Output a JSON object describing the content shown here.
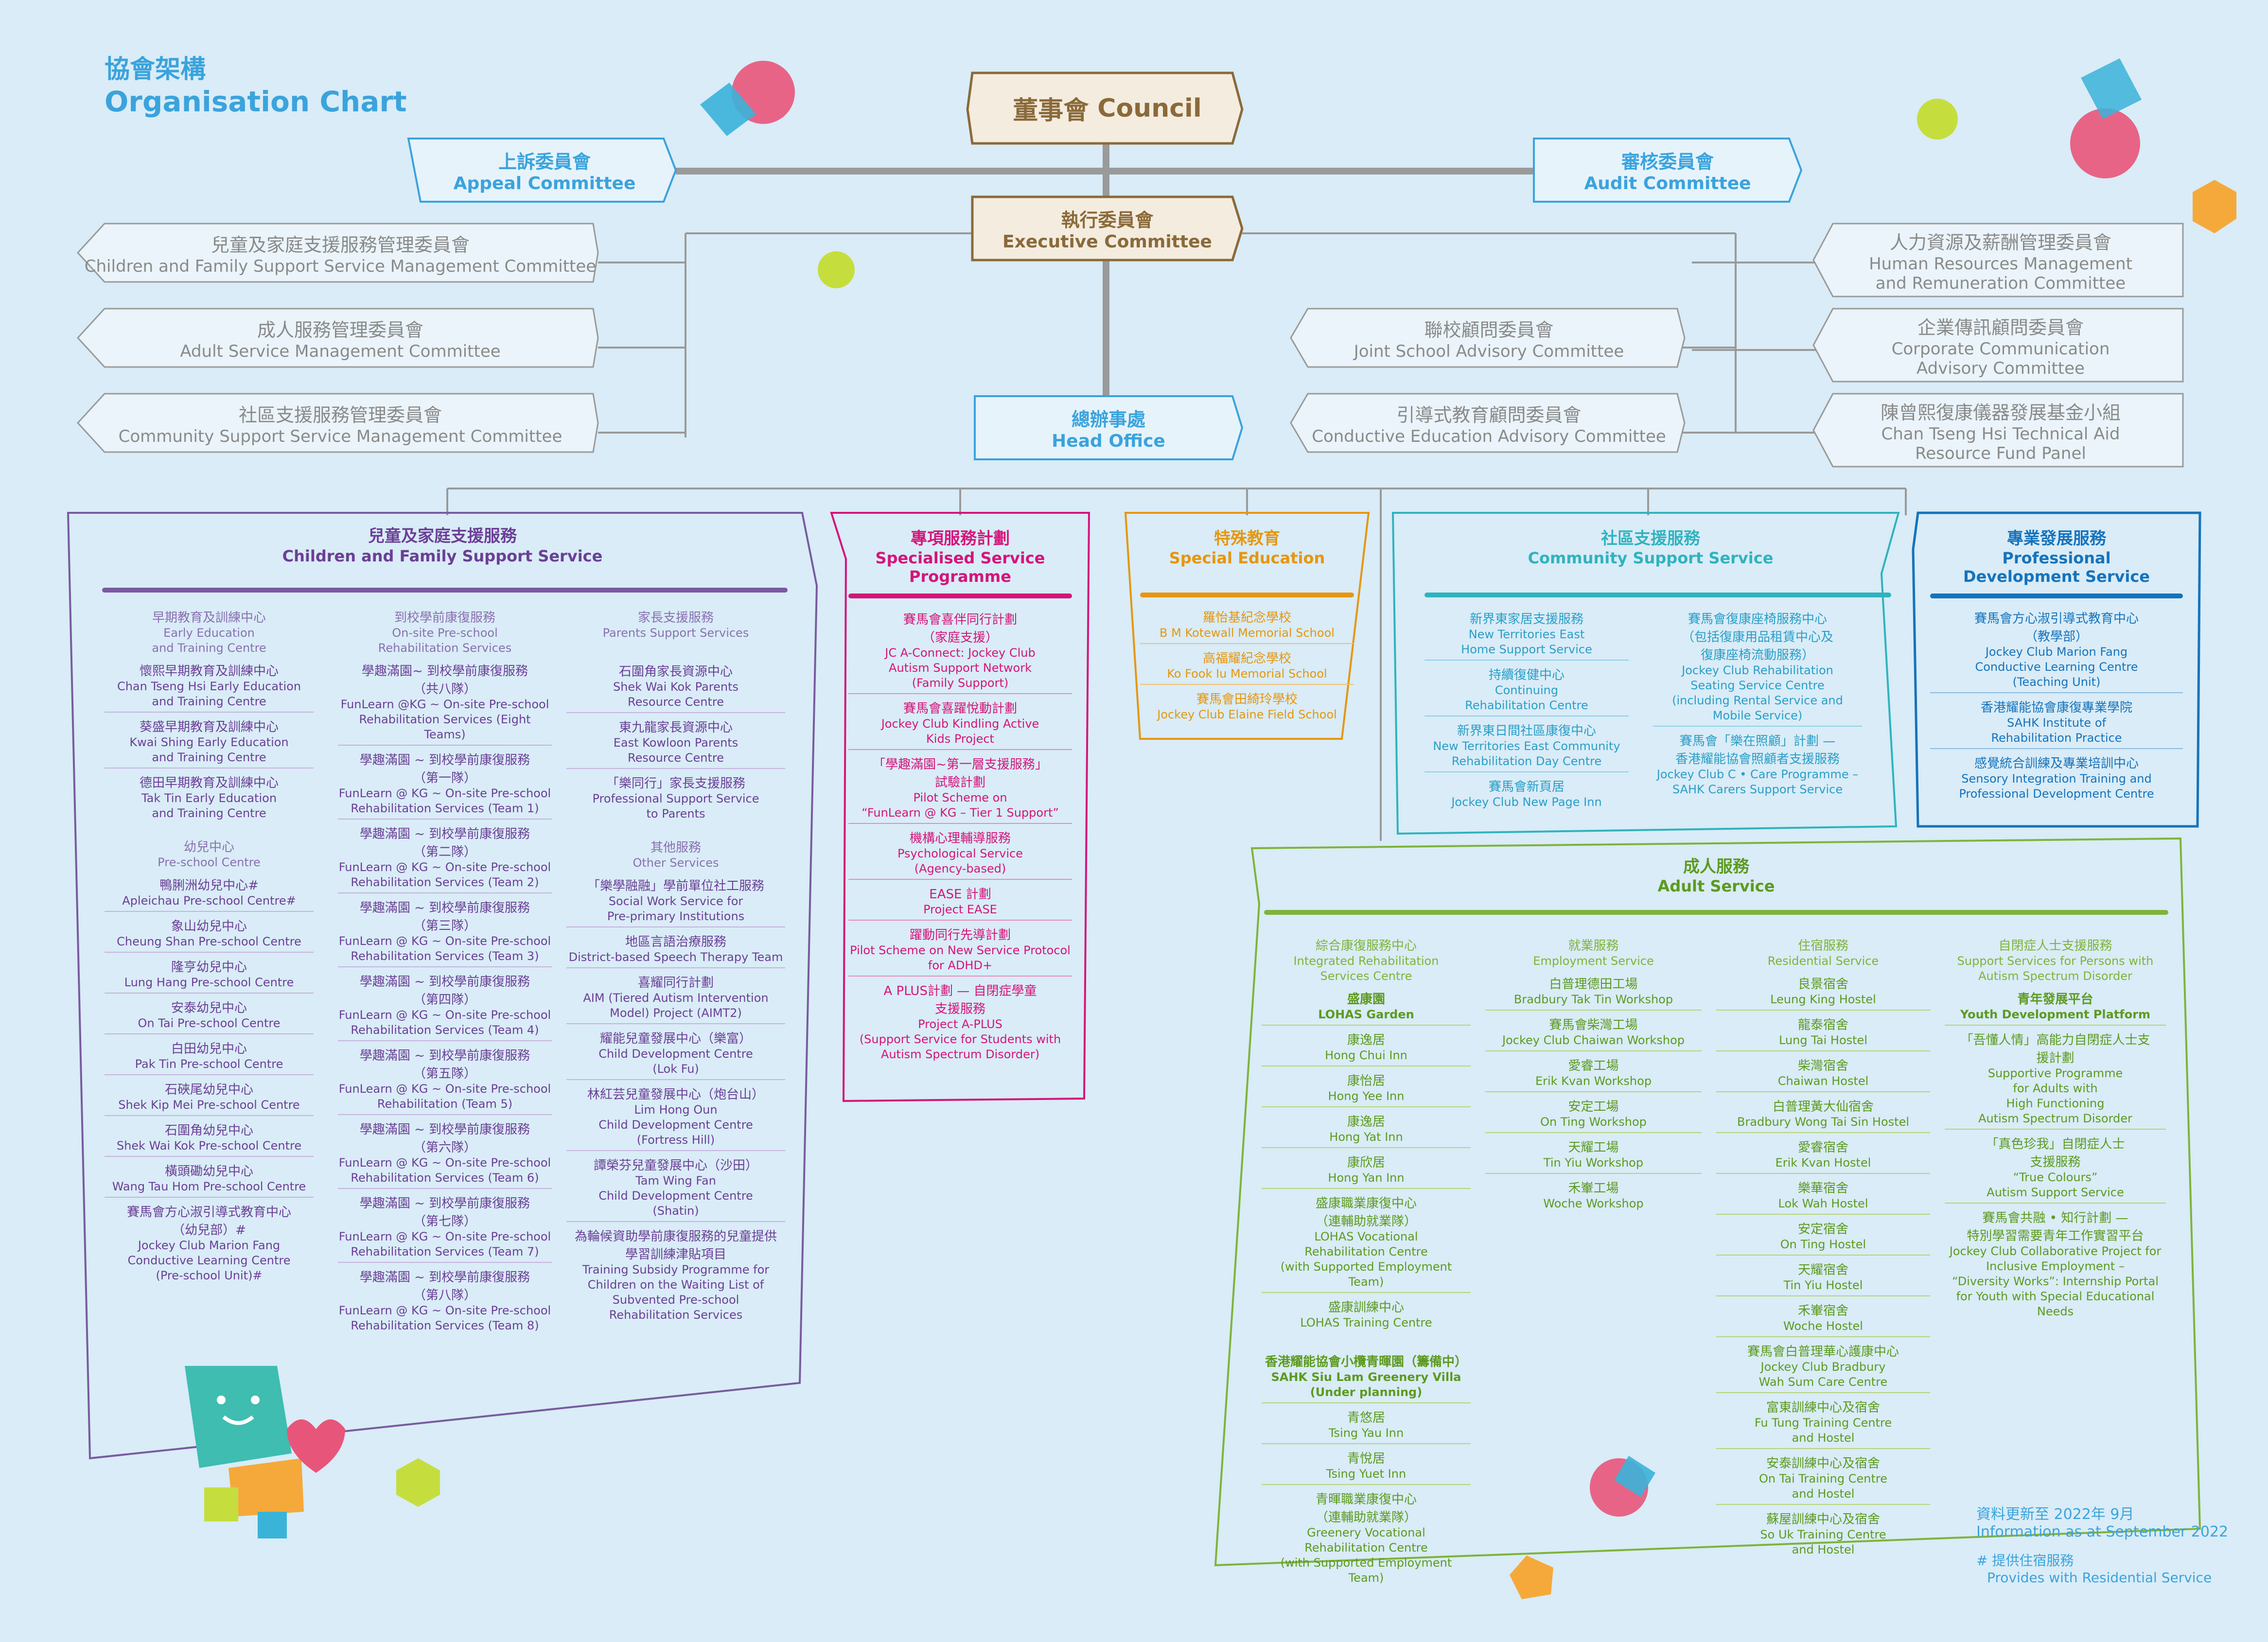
{
  "page": {
    "title_zh": "協會架構",
    "title_en": "Organisation Chart"
  },
  "council": {
    "zh": "董事會",
    "en": "Council"
  },
  "appeal": {
    "zh": "上訴委員會",
    "en": "Appeal Committee"
  },
  "audit": {
    "zh": "審核委員會",
    "en": "Audit Committee"
  },
  "executive": {
    "zh": "執行委員會",
    "en": "Executive Committee"
  },
  "head_office": {
    "zh": "總辦事處",
    "en": "Head Office"
  },
  "left_committees": [
    {
      "zh": "兒童及家庭支援服務管理委員會",
      "en": "Children and Family Support Service Management Committee"
    },
    {
      "zh": "成人服務管理委員會",
      "en": "Adult Service Management Committee"
    },
    {
      "zh": "社區支援服務管理委員會",
      "en": "Community Support Service Management Committee"
    }
  ],
  "mid_committees": [
    {
      "zh": "聯校顧問委員會",
      "en": "Joint School Advisory Committee"
    },
    {
      "zh": "引導式教育顧問委員會",
      "en": "Conductive Education Advisory Committee"
    }
  ],
  "right_committees": [
    {
      "zh": "人力資源及薪酬管理委員會",
      "en1": "Human Resources Management",
      "en2": "and Remuneration Committee"
    },
    {
      "zh": "企業傳訊顧問委員會",
      "en1": "Corporate Communication",
      "en2": "Advisory Committee"
    },
    {
      "zh": "陳曾熙復康儀器發展基金小組",
      "en1": "Chan Tseng Hsi Technical Aid",
      "en2": "Resource Fund Panel"
    }
  ],
  "cfs": {
    "zh": "兒童及家庭支援服務",
    "en": "Children and Family Support Service",
    "col1": {
      "head": {
        "zh": "早期教育及訓練中心",
        "en1": "Early Education",
        "en2": "and Training Centre"
      },
      "items": [
        {
          "zh": "懷熙早期教育及訓練中心",
          "en1": "Chan Tseng Hsi Early Education",
          "en2": "and Training Centre"
        },
        {
          "zh": "葵盛早期教育及訓練中心",
          "en1": "Kwai Shing Early Education",
          "en2": "and Training Centre"
        },
        {
          "zh": "德田早期教育及訓練中心",
          "en1": "Tak Tin Early Education",
          "en2": "and Training Centre"
        }
      ],
      "head2": {
        "zh": "幼兒中心",
        "en": "Pre-school Centre"
      },
      "items2": [
        {
          "zh": "鴨脷洲幼兒中心#",
          "en": "Apleichau Pre-school Centre#"
        },
        {
          "zh": "象山幼兒中心",
          "en": "Cheung Shan Pre-school Centre"
        },
        {
          "zh": "隆亨幼兒中心",
          "en": "Lung Hang Pre-school Centre"
        },
        {
          "zh": "安泰幼兒中心",
          "en": "On Tai Pre-school Centre"
        },
        {
          "zh": "白田幼兒中心",
          "en": "Pak Tin Pre-school Centre"
        },
        {
          "zh": "石硤尾幼兒中心",
          "en": "Shek Kip Mei Pre-school Centre"
        },
        {
          "zh": "石圍角幼兒中心",
          "en": "Shek Wai Kok Pre-school Centre"
        },
        {
          "zh": "橫頭磡幼兒中心",
          "en": "Wang Tau Hom Pre-school Centre"
        }
      ],
      "last": {
        "zh1": "賽馬會方心淑引導式教育中心",
        "zh2": "（幼兒部）#",
        "en1": "Jockey Club Marion Fang",
        "en2": "Conductive Learning Centre",
        "en3": "(Pre-school Unit)#"
      }
    },
    "col2": {
      "head": {
        "zh": "到校學前康復服務",
        "en1": "On-site Pre-school",
        "en2": "Rehabilitation Services"
      },
      "items": [
        {
          "zh1": "學趣滿園~ 到校學前康復服務",
          "zh2": "（共八隊）",
          "en1": "FunLearn @KG ~ On-site Pre-school",
          "en2": "Rehabilitation Services (Eight Teams)"
        },
        {
          "zh1": "學趣滿園 ~ 到校學前康復服務",
          "zh2": "（第一隊）",
          "en1": "FunLearn @ KG ~ On-site Pre-school",
          "en2": "Rehabilitation Services (Team 1)"
        },
        {
          "zh1": "學趣滿園 ~ 到校學前康復服務",
          "zh2": "（第二隊）",
          "en1": "FunLearn @ KG ~ On-site Pre-school",
          "en2": "Rehabilitation Services (Team 2)"
        },
        {
          "zh1": "學趣滿園 ~ 到校學前康復服務",
          "zh2": "（第三隊）",
          "en1": "FunLearn @ KG ~ On-site Pre-school",
          "en2": "Rehabilitation Services (Team 3)"
        },
        {
          "zh1": "學趣滿園 ~ 到校學前康復服務",
          "zh2": "（第四隊）",
          "en1": "FunLearn @ KG ~ On-site Pre-school",
          "en2": "Rehabilitation Services (Team 4)"
        },
        {
          "zh1": "學趣滿園 ~ 到校學前康復服務",
          "zh2": "（第五隊）",
          "en1": "FunLearn @ KG ~ On-site Pre-school",
          "en2": "Rehabilitation (Team 5)"
        },
        {
          "zh1": "學趣滿園 ~ 到校學前康復服務",
          "zh2": "（第六隊）",
          "en1": "FunLearn @ KG ~ On-site Pre-school",
          "en2": "Rehabilitation Services (Team 6)"
        },
        {
          "zh1": "學趣滿園 ~ 到校學前康復服務",
          "zh2": "（第七隊）",
          "en1": "FunLearn @ KG ~ On-site Pre-school",
          "en2": "Rehabilitation Services (Team 7)"
        },
        {
          "zh1": "學趣滿園 ~ 到校學前康復服務",
          "zh2": "（第八隊）",
          "en1": "FunLearn @ KG ~ On-site Pre-school",
          "en2": "Rehabilitation Services (Team 8)"
        }
      ]
    },
    "col3": {
      "head": {
        "zh": "家長支援服務",
        "en": "Parents Support Services"
      },
      "items": [
        {
          "zh": "石圍角家長資源中心",
          "en1": "Shek Wai Kok Parents",
          "en2": "Resource Centre"
        },
        {
          "zh": "東九龍家長資源中心",
          "en1": "East Kowloon Parents",
          "en2": "Resource Centre"
        },
        {
          "zh": "「樂同行」家長支援服務",
          "en1": "Professional Support Service",
          "en2": "to Parents"
        }
      ],
      "head2": {
        "zh": "其他服務",
        "en": "Other Services"
      },
      "items2": [
        {
          "zh": "「樂學融融」學前單位社工服務",
          "en1": "Social Work Service for",
          "en2": "Pre-primary Institutions",
          "en3": ""
        },
        {
          "zh": "地區言語治療服務",
          "en1": "District-based Speech Therapy Team",
          "en2": "",
          "en3": ""
        },
        {
          "zh": "喜耀同行計劃",
          "en1": "AIM (Tiered Autism Intervention",
          "en2": "Model) Project (AIMT2)",
          "en3": ""
        },
        {
          "zh": "耀能兒童發展中心（樂富）",
          "en1": "Child Development Centre",
          "en2": "(Lok Fu)",
          "en3": ""
        },
        {
          "zh": "林紅芸兒童發展中心（炮台山）",
          "en1": "Lim Hong Oun",
          "en2": "Child Development Centre",
          "en3": "(Fortress Hill)"
        },
        {
          "zh": "譚榮芬兒童發展中心（沙田）",
          "en1": "Tam Wing Fan",
          "en2": "Child Development Centre",
          "en3": "(Shatin)"
        }
      ],
      "last": {
        "zh1": "為輪候資助學前康復服務的兒童提供",
        "zh2": "學習訓練津貼項目",
        "en1": "Training Subsidy Programme for",
        "en2": "Children on the Waiting List of",
        "en3": "Subvented Pre-school",
        "en4": "Rehabilitation Services"
      }
    }
  },
  "spp": {
    "zh": "專項服務計劃",
    "en1": "Specialised Service",
    "en2": "Programme",
    "items": [
      {
        "z": [
          "賽馬會喜伴同行計劃",
          "（家庭支援）"
        ],
        "e": [
          "JC A-Connect: Jockey Club",
          "Autism Support Network",
          "(Family Support)"
        ]
      },
      {
        "z": [
          "賽馬會喜躍悅動計劃"
        ],
        "e": [
          "Jockey Club Kindling Active",
          "Kids Project"
        ]
      },
      {
        "z": [
          "「學趣滿園~第一層支援服務」",
          "試驗計劃"
        ],
        "e": [
          "Pilot Scheme on",
          "“FunLearn @ KG – Tier 1 Support”"
        ]
      },
      {
        "z": [
          "機構心理輔導服務"
        ],
        "e": [
          "Psychological Service",
          "(Agency-based)"
        ]
      },
      {
        "z": [
          "EASE 計劃"
        ],
        "e": [
          "Project EASE"
        ]
      },
      {
        "z": [
          "躍動同行先導計劃"
        ],
        "e": [
          "Pilot Scheme on New Service Protocol",
          "for ADHD+"
        ]
      },
      {
        "z": [
          "A PLUS計劃 — 自閉症學童",
          "支援服務"
        ],
        "e": [
          "Project A-PLUS",
          "(Support Service for Students with",
          "Autism Spectrum Disorder)"
        ]
      }
    ]
  },
  "sped": {
    "zh": "特殊教育",
    "en": "Special Education",
    "items": [
      {
        "zh": "羅怡基紀念學校",
        "en": "B M Kotewall Memorial School"
      },
      {
        "zh": "高福耀紀念學校",
        "en": "Ko Fook Iu Memorial School"
      },
      {
        "zh": "賽馬會田綺玲學校",
        "en": "Jockey Club Elaine Field School"
      }
    ]
  },
  "css": {
    "zh": "社區支援服務",
    "en": "Community Support Service",
    "left": [
      {
        "z": [
          "新界東家居支援服務"
        ],
        "e": [
          "New Territories East",
          "Home Support Service"
        ]
      },
      {
        "z": [
          "持續復健中心"
        ],
        "e": [
          "Continuing",
          "Rehabilitation Centre"
        ]
      },
      {
        "z": [
          "新界東日間社區康復中心"
        ],
        "e": [
          "New Territories East Community",
          "Rehabilitation Day Centre"
        ]
      },
      {
        "z": [
          "賽馬會新頁居"
        ],
        "e": [
          "Jockey Club New Page Inn"
        ]
      }
    ],
    "right": [
      {
        "z": [
          "賽馬會復康座椅服務中心",
          "（包括復康用品租賃中心及",
          "復康座椅流動服務）"
        ],
        "e": [
          "Jockey Club Rehabilitation",
          "Seating Service Centre",
          "(including Rental Service and",
          "Mobile Service)"
        ]
      },
      {
        "z": [
          "賽馬會「樂在照顧」計劃 —",
          "香港耀能協會照顧者支援服務"
        ],
        "e": [
          "Jockey Club C • Care Programme –",
          "SAHK Carers Support Service"
        ]
      }
    ]
  },
  "pds": {
    "zh": "專業發展服務",
    "en1": "Professional",
    "en2": "Development Service",
    "items": [
      {
        "z": [
          "賽馬會方心淑引導式教育中心",
          "（教學部）"
        ],
        "e": [
          "Jockey Club Marion Fang",
          "Conductive Learning Centre",
          "(Teaching Unit)"
        ]
      },
      {
        "z": [
          "香港耀能協會康復專業學院"
        ],
        "e": [
          "SAHK Institute of",
          "Rehabilitation Practice"
        ]
      },
      {
        "z": [
          "感覺統合訓練及專業培訓中心"
        ],
        "e": [
          "Sensory Integration Training and",
          "Professional Development Centre"
        ]
      }
    ]
  },
  "adult": {
    "zh": "成人服務",
    "en": "Adult Service",
    "col1": {
      "head": {
        "zh": "綜合康復服務中心",
        "en1": "Integrated Rehabilitation",
        "en2": "Services Centre"
      },
      "items": [
        {
          "z": [
            "盛康園"
          ],
          "e": [
            "LOHAS Garden"
          ],
          "b": true
        },
        {
          "z": [
            "康逸居"
          ],
          "e": [
            "Hong Chui Inn"
          ]
        },
        {
          "z": [
            "康怡居"
          ],
          "e": [
            "Hong Yee Inn"
          ]
        },
        {
          "z": [
            "康逸居"
          ],
          "e": [
            "Hong Yat Inn"
          ]
        },
        {
          "z": [
            "康欣居"
          ],
          "e": [
            "Hong Yan Inn"
          ]
        },
        {
          "z": [
            "盛康職業康復中心",
            "（連輔助就業隊）"
          ],
          "e": [
            "LOHAS Vocational",
            "Rehabilitation Centre",
            "(with Supported Employment Team)"
          ]
        },
        {
          "z": [
            "盛康訓練中心"
          ],
          "e": [
            "LOHAS Training Centre"
          ]
        }
      ],
      "items2": [
        {
          "z": [
            "香港耀能協會小欖青暉園（籌備中）"
          ],
          "e": [
            "SAHK Siu Lam Greenery Villa",
            "(Under planning)"
          ],
          "b": true
        },
        {
          "z": [
            "青悠居"
          ],
          "e": [
            "Tsing Yau Inn"
          ]
        },
        {
          "z": [
            "青悅居"
          ],
          "e": [
            "Tsing Yuet Inn"
          ]
        },
        {
          "z": [
            "青暉職業康復中心",
            "（連輔助就業隊）"
          ],
          "e": [
            "Greenery Vocational",
            "Rehabilitation Centre",
            "(with Supported Employment Team)"
          ]
        }
      ]
    },
    "col2": {
      "head": {
        "zh": "就業服務",
        "en1": "Employment Service",
        "en2": ""
      },
      "items": [
        {
          "z": [
            "白普理德田工場"
          ],
          "e": [
            "Bradbury Tak Tin Workshop"
          ]
        },
        {
          "z": [
            "賽馬會柴灣工場"
          ],
          "e": [
            "Jockey Club Chaiwan Workshop"
          ]
        },
        {
          "z": [
            "愛睿工場"
          ],
          "e": [
            "Erik Kvan Workshop"
          ]
        },
        {
          "z": [
            "安定工場"
          ],
          "e": [
            "On Ting Workshop"
          ]
        },
        {
          "z": [
            "天耀工場"
          ],
          "e": [
            "Tin Yiu Workshop"
          ]
        },
        {
          "z": [
            "禾輋工場"
          ],
          "e": [
            "Woche Workshop"
          ]
        }
      ]
    },
    "col3": {
      "head": {
        "zh": "住宿服務",
        "en1": "Residential Service",
        "en2": ""
      },
      "items": [
        {
          "z": [
            "良景宿舍"
          ],
          "e": [
            "Leung King Hostel"
          ]
        },
        {
          "z": [
            "龍泰宿舍"
          ],
          "e": [
            "Lung Tai Hostel"
          ]
        },
        {
          "z": [
            "柴灣宿舍"
          ],
          "e": [
            "Chaiwan Hostel"
          ]
        },
        {
          "z": [
            "白普理黃大仙宿舍"
          ],
          "e": [
            "Bradbury Wong Tai Sin Hostel"
          ]
        },
        {
          "z": [
            "愛睿宿舍"
          ],
          "e": [
            "Erik Kvan Hostel"
          ]
        },
        {
          "z": [
            "樂華宿舍"
          ],
          "e": [
            "Lok Wah Hostel"
          ]
        },
        {
          "z": [
            "安定宿舍"
          ],
          "e": [
            "On Ting Hostel"
          ]
        },
        {
          "z": [
            "天耀宿舍"
          ],
          "e": [
            "Tin Yiu Hostel"
          ]
        },
        {
          "z": [
            "禾輋宿舍"
          ],
          "e": [
            "Woche Hostel"
          ]
        },
        {
          "z": [
            "賽馬會白普理華心護康中心"
          ],
          "e": [
            "Jockey Club Bradbury",
            "Wah Sum Care Centre"
          ]
        },
        {
          "z": [
            "富東訓練中心及宿舍"
          ],
          "e": [
            "Fu Tung Training Centre",
            "and Hostel"
          ]
        },
        {
          "z": [
            "安泰訓練中心及宿舍"
          ],
          "e": [
            "On Tai Training Centre",
            "and Hostel"
          ]
        },
        {
          "z": [
            "蘇屋訓練中心及宿舍"
          ],
          "e": [
            "So Uk Training Centre",
            "and Hostel"
          ]
        }
      ]
    },
    "col4": {
      "head": {
        "zh": "自閉症人士支援服務",
        "en1": "Support Services for Persons with",
        "en2": "Autism Spectrum Disorder"
      },
      "items": [
        {
          "z": [
            "青年發展平台"
          ],
          "e": [
            "Youth Development Platform"
          ],
          "b": true
        },
        {
          "z": [
            "「吾懂人情」高能力自閉症人士支",
            "援計劃"
          ],
          "e": [
            "Supportive Programme",
            "for Adults with",
            "High Functioning",
            "Autism Spectrum Disorder"
          ]
        },
        {
          "z": [
            "「真色珍我」自閉症人士",
            "支援服務"
          ],
          "e": [
            "“True Colours”",
            "Autism Support Service"
          ]
        },
        {
          "z": [
            "賽馬會共融 • 知行計劃 —",
            "特別學習需要青年工作實習平台"
          ],
          "e": [
            "Jockey Club Collaborative Project for",
            "Inclusive Employment –",
            "“Diversity Works”: Internship Portal",
            "for Youth with Special Educational",
            "Needs"
          ]
        }
      ]
    }
  },
  "footer": {
    "update_zh": "資料更新至 2022年 9月",
    "update_en": "Information as at September 2022",
    "note_zh": "# 提供住宿服務",
    "note_en": "Provides with Residential Service"
  }
}
